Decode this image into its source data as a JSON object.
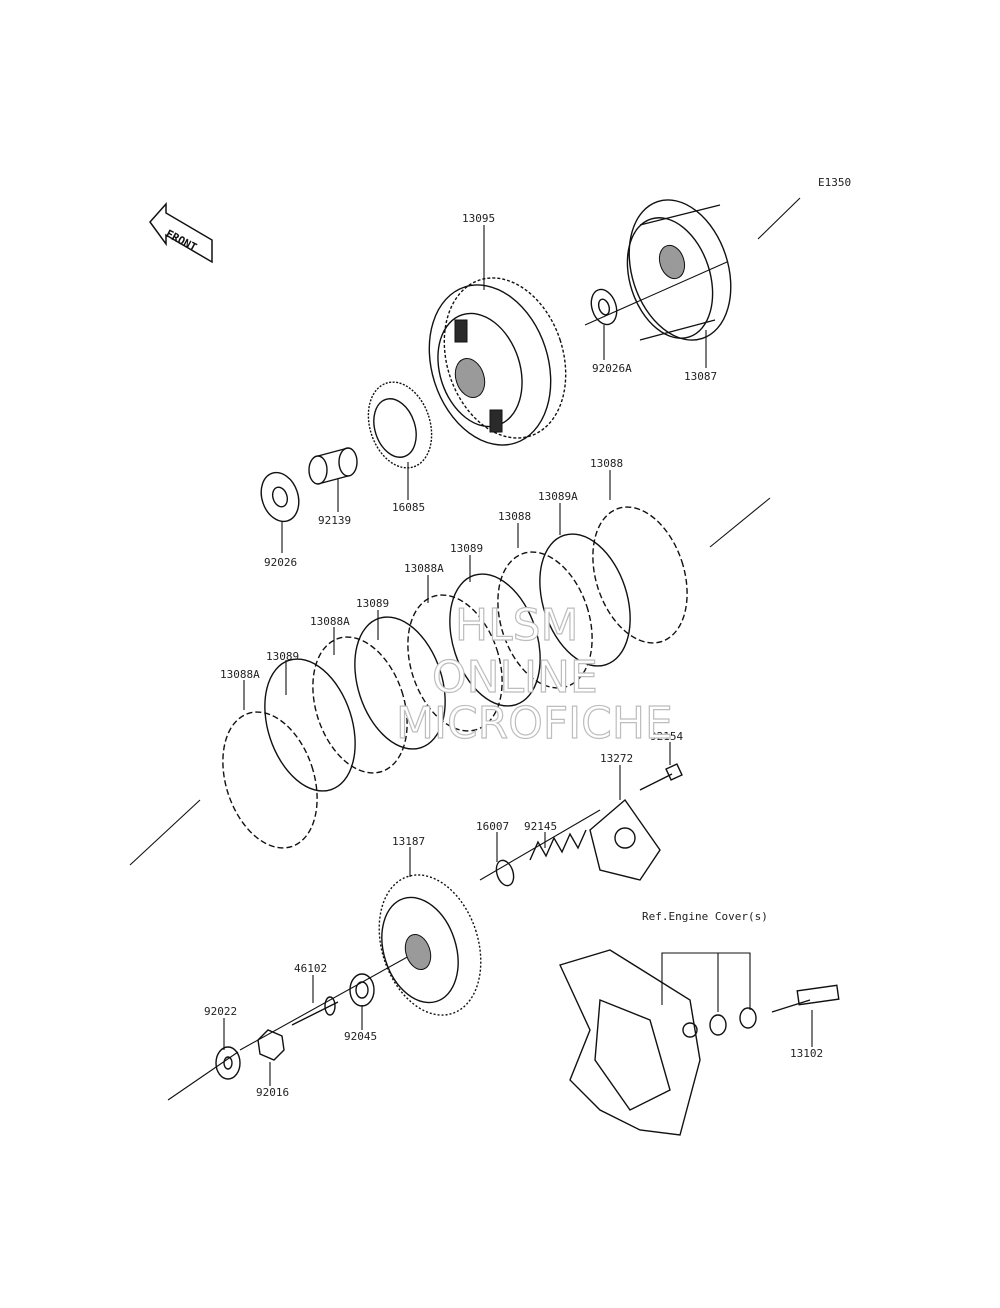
{
  "diagram": {
    "code": "E1350",
    "front_label": "FRONT",
    "ref_label": "Ref.Engine Cover(s)",
    "watermark": [
      "HLSM",
      "ONLINE",
      "MICROFICHE"
    ],
    "parts": {
      "p13095": "13095",
      "p92026A": "92026A",
      "p13087": "13087",
      "p16085": "16085",
      "p92139": "92139",
      "p92026": "92026",
      "p13088_top": "13088",
      "p13089A": "13089A",
      "p13088_mid": "13088",
      "p13089_a": "13089",
      "p13088A_a": "13088A",
      "p13089_b": "13089",
      "p13088A_b": "13088A",
      "p13089_c": "13089",
      "p13088A_c": "13088A",
      "p92154": "92154",
      "p13272": "13272",
      "p92145": "92145",
      "p16007": "16007",
      "p13187": "13187",
      "p46102": "46102",
      "p92022": "92022",
      "p92045": "92045",
      "p92016": "92016",
      "p13102": "13102"
    }
  }
}
